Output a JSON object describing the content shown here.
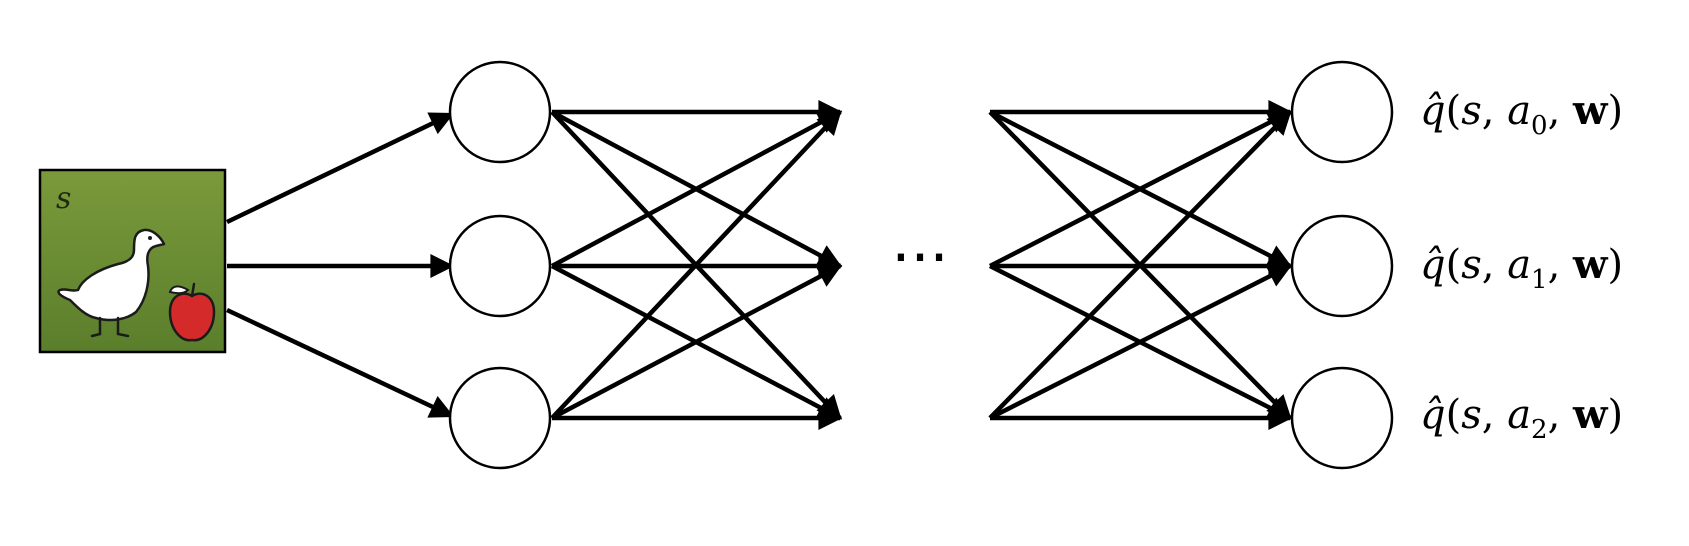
{
  "state_box": {
    "label": "s",
    "fill_top": "#7a9a3a",
    "fill_bottom": "#5b7e2c",
    "border": "#000000"
  },
  "ellipsis": "···",
  "outputs": [
    {
      "hat_q": "q̂",
      "open": "(",
      "s": "s",
      "comma1": ", ",
      "a": "a",
      "sub": "0",
      "comma2": ", ",
      "w": "w",
      "close": ")"
    },
    {
      "hat_q": "q̂",
      "open": "(",
      "s": "s",
      "comma1": ", ",
      "a": "a",
      "sub": "1",
      "comma2": ", ",
      "w": "w",
      "close": ")"
    },
    {
      "hat_q": "q̂",
      "open": "(",
      "s": "s",
      "comma1": ", ",
      "a": "a",
      "sub": "2",
      "comma2": ", ",
      "w": "w",
      "close": ")"
    }
  ],
  "icons": [
    "goose-icon",
    "apple-icon"
  ],
  "colors": {
    "edge": "#000000",
    "apple": "#d42a2a"
  }
}
